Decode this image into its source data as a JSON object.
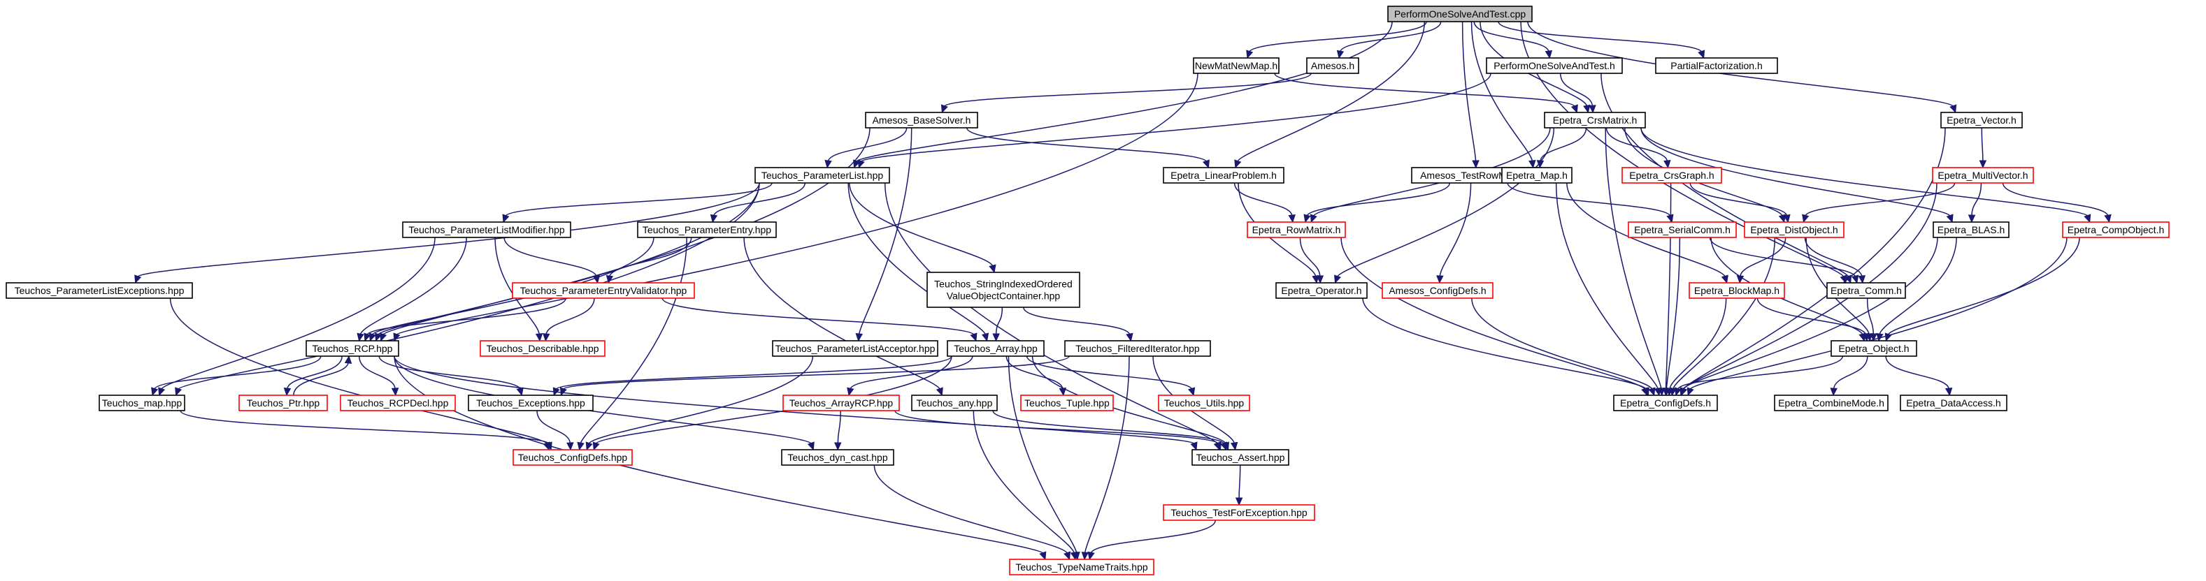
{
  "title": "PerformOneSolveAndTest.cpp",
  "colors": {
    "edge": "#191970",
    "node_border_normal": "#000000",
    "node_border_incomplete": "#ff0000",
    "root_fill": "#bfbfbf",
    "node_fill": "#ffffff"
  },
  "nodes": [
    {
      "id": "root",
      "lines": [
        "PerformOneSolveAndTest.cpp"
      ],
      "border": "black",
      "root": true
    },
    {
      "id": "newmatnewmap",
      "lines": [
        "NewMatNewMap.h"
      ],
      "border": "black"
    },
    {
      "id": "amesos_h",
      "lines": [
        "Amesos.h"
      ],
      "border": "black"
    },
    {
      "id": "performonesolve_h",
      "lines": [
        "PerformOneSolveAndTest.h"
      ],
      "border": "black"
    },
    {
      "id": "partialfact",
      "lines": [
        "PartialFactorization.h"
      ],
      "border": "black"
    },
    {
      "id": "epetra_vector",
      "lines": [
        "Epetra_Vector.h"
      ],
      "border": "black"
    },
    {
      "id": "amesos_basesolver",
      "lines": [
        "Amesos_BaseSolver.h"
      ],
      "border": "black"
    },
    {
      "id": "epetra_crsmatrix",
      "lines": [
        "Epetra_CrsMatrix.h"
      ],
      "border": "black"
    },
    {
      "id": "epetra_multivector",
      "lines": [
        "Epetra_MultiVector.h"
      ],
      "border": "red"
    },
    {
      "id": "teuchos_parameterlist",
      "lines": [
        "Teuchos_ParameterList.hpp"
      ],
      "border": "black"
    },
    {
      "id": "epetra_linearproblem",
      "lines": [
        "Epetra_LinearProblem.h"
      ],
      "border": "black"
    },
    {
      "id": "amesos_testrowmatrix",
      "lines": [
        "Amesos_TestRowMatrix.h"
      ],
      "border": "black"
    },
    {
      "id": "epetra_map",
      "lines": [
        "Epetra_Map.h"
      ],
      "border": "black"
    },
    {
      "id": "epetra_crsgraph",
      "lines": [
        "Epetra_CrsGraph.h"
      ],
      "border": "red"
    },
    {
      "id": "epetra_distobject",
      "lines": [
        "Epetra_DistObject.h"
      ],
      "border": "red"
    },
    {
      "id": "epetra_blas",
      "lines": [
        "Epetra_BLAS.h"
      ],
      "border": "black"
    },
    {
      "id": "epetra_compobject",
      "lines": [
        "Epetra_CompObject.h"
      ],
      "border": "red"
    },
    {
      "id": "teuchos_plmodifier",
      "lines": [
        "Teuchos_ParameterListModifier.hpp"
      ],
      "border": "black"
    },
    {
      "id": "teuchos_parameterentry",
      "lines": [
        "Teuchos_ParameterEntry.hpp"
      ],
      "border": "black"
    },
    {
      "id": "epetra_rowmatrix",
      "lines": [
        "Epetra_RowMatrix.h"
      ],
      "border": "red"
    },
    {
      "id": "epetra_serialcomm",
      "lines": [
        "Epetra_SerialComm.h"
      ],
      "border": "red"
    },
    {
      "id": "teuchos_plexceptions",
      "lines": [
        "Teuchos_ParameterListExceptions.hpp"
      ],
      "border": "black"
    },
    {
      "id": "teuchos_pevalidator",
      "lines": [
        "Teuchos_ParameterEntryValidator.hpp"
      ],
      "border": "red"
    },
    {
      "id": "teuchos_stringindexed",
      "lines": [
        "Teuchos_StringIndexedOrdered",
        "ValueObjectContainer.hpp"
      ],
      "border": "black"
    },
    {
      "id": "epetra_operator",
      "lines": [
        "Epetra_Operator.h"
      ],
      "border": "black"
    },
    {
      "id": "amesos_configdefs",
      "lines": [
        "Amesos_ConfigDefs.h"
      ],
      "border": "red"
    },
    {
      "id": "epetra_blockmap",
      "lines": [
        "Epetra_BlockMap.h"
      ],
      "border": "red"
    },
    {
      "id": "epetra_comm",
      "lines": [
        "Epetra_Comm.h"
      ],
      "border": "black"
    },
    {
      "id": "teuchos_describable",
      "lines": [
        "Teuchos_Describable.hpp"
      ],
      "border": "red"
    },
    {
      "id": "teuchos_rcp",
      "lines": [
        "Teuchos_RCP.hpp"
      ],
      "border": "black"
    },
    {
      "id": "teuchos_placceptor",
      "lines": [
        "Teuchos_ParameterListAcceptor.hpp"
      ],
      "border": "black"
    },
    {
      "id": "teuchos_array",
      "lines": [
        "Teuchos_Array.hpp"
      ],
      "border": "black"
    },
    {
      "id": "teuchos_filterediterator",
      "lines": [
        "Teuchos_FilteredIterator.hpp"
      ],
      "border": "black"
    },
    {
      "id": "epetra_object",
      "lines": [
        "Epetra_Object.h"
      ],
      "border": "black"
    },
    {
      "id": "teuchos_map",
      "lines": [
        "Teuchos_map.hpp"
      ],
      "border": "black"
    },
    {
      "id": "teuchos_ptr",
      "lines": [
        "Teuchos_Ptr.hpp"
      ],
      "border": "red"
    },
    {
      "id": "teuchos_rcpdecl",
      "lines": [
        "Teuchos_RCPDecl.hpp"
      ],
      "border": "red"
    },
    {
      "id": "teuchos_exceptions",
      "lines": [
        "Teuchos_Exceptions.hpp"
      ],
      "border": "black"
    },
    {
      "id": "teuchos_arrayrcp",
      "lines": [
        "Teuchos_ArrayRCP.hpp"
      ],
      "border": "red"
    },
    {
      "id": "teuchos_any",
      "lines": [
        "Teuchos_any.hpp"
      ],
      "border": "black"
    },
    {
      "id": "teuchos_tuple",
      "lines": [
        "Teuchos_Tuple.hpp"
      ],
      "border": "red"
    },
    {
      "id": "teuchos_utils",
      "lines": [
        "Teuchos_Utils.hpp"
      ],
      "border": "red"
    },
    {
      "id": "epetra_configdefs",
      "lines": [
        "Epetra_ConfigDefs.h"
      ],
      "border": "black"
    },
    {
      "id": "epetra_combinemode",
      "lines": [
        "Epetra_CombineMode.h"
      ],
      "border": "black"
    },
    {
      "id": "epetra_dataaccess",
      "lines": [
        "Epetra_DataAccess.h"
      ],
      "border": "black"
    },
    {
      "id": "teuchos_configdefs",
      "lines": [
        "Teuchos_ConfigDefs.hpp"
      ],
      "border": "red"
    },
    {
      "id": "teuchos_dyncast",
      "lines": [
        "Teuchos_dyn_cast.hpp"
      ],
      "border": "black"
    },
    {
      "id": "teuchos_assert",
      "lines": [
        "Teuchos_Assert.hpp"
      ],
      "border": "black"
    },
    {
      "id": "teuchos_testforexception",
      "lines": [
        "Teuchos_TestForException.hpp"
      ],
      "border": "red"
    },
    {
      "id": "teuchos_typenametraits",
      "lines": [
        "Teuchos_TypeNameTraits.hpp"
      ],
      "border": "red"
    }
  ],
  "edges": [
    [
      "root",
      "newmatnewmap"
    ],
    [
      "root",
      "amesos_h"
    ],
    [
      "root",
      "performonesolve_h"
    ],
    [
      "root",
      "partialfact"
    ],
    [
      "root",
      "epetra_vector"
    ],
    [
      "root",
      "teuchos_parameterlist"
    ],
    [
      "root",
      "epetra_linearproblem"
    ],
    [
      "root",
      "amesos_testrowmatrix"
    ],
    [
      "root",
      "epetra_map"
    ],
    [
      "root",
      "epetra_crsmatrix"
    ],
    [
      "root",
      "epetra_comm"
    ],
    [
      "newmatnewmap",
      "epetra_crsmatrix"
    ],
    [
      "newmatnewmap",
      "teuchos_rcp"
    ],
    [
      "amesos_h",
      "amesos_basesolver"
    ],
    [
      "performonesolve_h",
      "epetra_crsmatrix"
    ],
    [
      "performonesolve_h",
      "teuchos_parameterlist"
    ],
    [
      "performonesolve_h",
      "epetra_comm"
    ],
    [
      "epetra_vector",
      "epetra_multivector"
    ],
    [
      "epetra_vector",
      "epetra_configdefs"
    ],
    [
      "amesos_basesolver",
      "teuchos_parameterlist"
    ],
    [
      "amesos_basesolver",
      "epetra_linearproblem"
    ],
    [
      "amesos_basesolver",
      "teuchos_rcp"
    ],
    [
      "amesos_basesolver",
      "teuchos_placceptor"
    ],
    [
      "epetra_crsmatrix",
      "epetra_map"
    ],
    [
      "epetra_crsmatrix",
      "epetra_crsgraph"
    ],
    [
      "epetra_crsmatrix",
      "epetra_distobject"
    ],
    [
      "epetra_crsmatrix",
      "epetra_blas"
    ],
    [
      "epetra_crsmatrix",
      "epetra_compobject"
    ],
    [
      "epetra_crsmatrix",
      "epetra_rowmatrix"
    ],
    [
      "epetra_crsmatrix",
      "epetra_operator"
    ],
    [
      "epetra_crsmatrix",
      "epetra_configdefs"
    ],
    [
      "epetra_multivector",
      "epetra_distobject"
    ],
    [
      "epetra_multivector",
      "epetra_blas"
    ],
    [
      "epetra_multivector",
      "epetra_compobject"
    ],
    [
      "epetra_multivector",
      "epetra_configdefs"
    ],
    [
      "teuchos_parameterlist",
      "teuchos_plmodifier"
    ],
    [
      "teuchos_parameterlist",
      "teuchos_parameterentry"
    ],
    [
      "teuchos_parameterlist",
      "teuchos_plexceptions"
    ],
    [
      "teuchos_parameterlist",
      "teuchos_stringindexed"
    ],
    [
      "teuchos_parameterlist",
      "teuchos_rcp"
    ],
    [
      "teuchos_parameterlist",
      "teuchos_map"
    ],
    [
      "teuchos_parameterlist",
      "teuchos_array"
    ],
    [
      "teuchos_parameterlist",
      "teuchos_assert"
    ],
    [
      "epetra_linearproblem",
      "epetra_rowmatrix"
    ],
    [
      "epetra_linearproblem",
      "epetra_operator"
    ],
    [
      "amesos_testrowmatrix",
      "epetra_rowmatrix"
    ],
    [
      "amesos_testrowmatrix",
      "amesos_configdefs"
    ],
    [
      "amesos_testrowmatrix",
      "epetra_serialcomm"
    ],
    [
      "epetra_map",
      "epetra_blockmap"
    ],
    [
      "epetra_map",
      "epetra_configdefs"
    ],
    [
      "epetra_crsgraph",
      "epetra_distobject"
    ],
    [
      "epetra_crsgraph",
      "epetra_configdefs"
    ],
    [
      "epetra_distobject",
      "epetra_blockmap"
    ],
    [
      "epetra_distobject",
      "epetra_comm"
    ],
    [
      "epetra_distobject",
      "epetra_object"
    ],
    [
      "epetra_distobject",
      "epetra_configdefs"
    ],
    [
      "epetra_blas",
      "epetra_object"
    ],
    [
      "epetra_blas",
      "epetra_configdefs"
    ],
    [
      "epetra_compobject",
      "epetra_object"
    ],
    [
      "epetra_compobject",
      "epetra_configdefs"
    ],
    [
      "teuchos_plmodifier",
      "teuchos_pevalidator"
    ],
    [
      "teuchos_plmodifier",
      "teuchos_describable"
    ],
    [
      "teuchos_plmodifier",
      "teuchos_rcp"
    ],
    [
      "teuchos_plmodifier",
      "teuchos_map"
    ],
    [
      "teuchos_parameterentry",
      "teuchos_pevalidator"
    ],
    [
      "teuchos_parameterentry",
      "teuchos_rcp"
    ],
    [
      "teuchos_parameterentry",
      "teuchos_any"
    ],
    [
      "teuchos_parameterentry",
      "teuchos_configdefs"
    ],
    [
      "epetra_rowmatrix",
      "epetra_operator"
    ],
    [
      "epetra_rowmatrix",
      "epetra_configdefs"
    ],
    [
      "epetra_serialcomm",
      "epetra_comm"
    ],
    [
      "epetra_serialcomm",
      "epetra_object"
    ],
    [
      "epetra_serialcomm",
      "epetra_configdefs"
    ],
    [
      "teuchos_plexceptions",
      "teuchos_configdefs"
    ],
    [
      "teuchos_pevalidator",
      "teuchos_describable"
    ],
    [
      "teuchos_pevalidator",
      "teuchos_rcp"
    ],
    [
      "teuchos_pevalidator",
      "teuchos_array"
    ],
    [
      "teuchos_stringindexed",
      "teuchos_array"
    ],
    [
      "teuchos_stringindexed",
      "teuchos_filterediterator"
    ],
    [
      "epetra_operator",
      "epetra_configdefs"
    ],
    [
      "amesos_configdefs",
      "epetra_configdefs"
    ],
    [
      "epetra_blockmap",
      "epetra_object"
    ],
    [
      "epetra_blockmap",
      "epetra_configdefs"
    ],
    [
      "epetra_comm",
      "epetra_object"
    ],
    [
      "teuchos_rcp",
      "teuchos_ptr"
    ],
    [
      "teuchos_rcp",
      "teuchos_rcpdecl"
    ],
    [
      "teuchos_rcp",
      "teuchos_exceptions"
    ],
    [
      "teuchos_rcp",
      "teuchos_map"
    ],
    [
      "teuchos_rcp",
      "teuchos_dyncast"
    ],
    [
      "teuchos_rcp",
      "teuchos_assert"
    ],
    [
      "teuchos_rcp",
      "teuchos_typenametraits"
    ],
    [
      "teuchos_ptr",
      "teuchos_rcp"
    ],
    [
      "teuchos_placceptor",
      "teuchos_configdefs"
    ],
    [
      "teuchos_array",
      "teuchos_arrayrcp"
    ],
    [
      "teuchos_array",
      "teuchos_tuple"
    ],
    [
      "teuchos_array",
      "teuchos_utils"
    ],
    [
      "teuchos_array",
      "teuchos_assert"
    ],
    [
      "teuchos_array",
      "teuchos_typenametraits"
    ],
    [
      "teuchos_array",
      "teuchos_configdefs"
    ],
    [
      "teuchos_array",
      "teuchos_exceptions"
    ],
    [
      "teuchos_filterediterator",
      "teuchos_assert"
    ],
    [
      "teuchos_filterediterator",
      "teuchos_exceptions"
    ],
    [
      "teuchos_filterediterator",
      "teuchos_typenametraits"
    ],
    [
      "epetra_object",
      "epetra_configdefs"
    ],
    [
      "epetra_object",
      "epetra_combinemode"
    ],
    [
      "epetra_object",
      "epetra_dataaccess"
    ],
    [
      "teuchos_map",
      "teuchos_configdefs"
    ],
    [
      "teuchos_exceptions",
      "teuchos_configdefs"
    ],
    [
      "teuchos_arrayrcp",
      "teuchos_dyncast"
    ],
    [
      "teuchos_arrayrcp",
      "teuchos_assert"
    ],
    [
      "teuchos_any",
      "teuchos_assert"
    ],
    [
      "teuchos_any",
      "teuchos_typenametraits"
    ],
    [
      "teuchos_dyncast",
      "teuchos_typenametraits"
    ],
    [
      "teuchos_assert",
      "teuchos_testforexception"
    ],
    [
      "teuchos_testforexception",
      "teuchos_typenametraits"
    ]
  ]
}
